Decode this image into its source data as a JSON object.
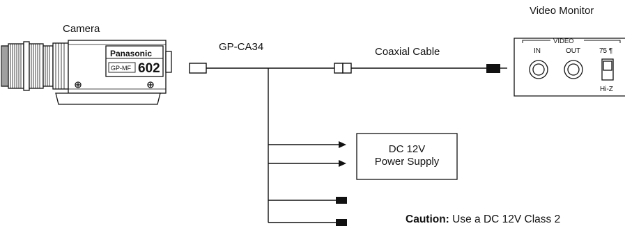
{
  "labels": {
    "camera": "Camera",
    "cable_model": "GP-CA34",
    "coax": "Coaxial Cable",
    "video_monitor": "Video Monitor"
  },
  "camera": {
    "brand": "Panasonic",
    "model_prefix": "GP-MF",
    "model_number": "602"
  },
  "monitor_panel": {
    "group_label": "VIDEO",
    "in_label": "IN",
    "out_label": "OUT",
    "ohm_label": "75 ¶",
    "hiz_label": "Hi-Z"
  },
  "power_supply": {
    "line1": "DC 12V",
    "line2": "Power Supply"
  },
  "caution": {
    "bold": "Caution:",
    "text": " Use a DC 12V Class 2"
  }
}
